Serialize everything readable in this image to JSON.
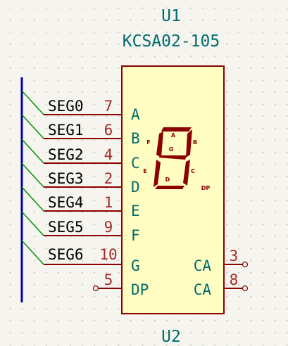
{
  "symbol": {
    "reference": "U1",
    "value": "KCSA02-105",
    "unit_label": "U2"
  },
  "left_pins": [
    {
      "name": "A",
      "number": "7",
      "net": "SEG0"
    },
    {
      "name": "B",
      "number": "6",
      "net": "SEG1"
    },
    {
      "name": "C",
      "number": "4",
      "net": "SEG2"
    },
    {
      "name": "D",
      "number": "2",
      "net": "SEG3"
    },
    {
      "name": "E",
      "number": "1",
      "net": "SEG4"
    },
    {
      "name": "F",
      "number": "9",
      "net": "SEG5"
    },
    {
      "name": "G",
      "number": "10",
      "net": "SEG6"
    },
    {
      "name": "DP",
      "number": "5",
      "net": ""
    }
  ],
  "right_pins": [
    {
      "name": "CA",
      "number": "3"
    },
    {
      "name": "CA",
      "number": "8"
    }
  ],
  "display_segments": {
    "a": "A",
    "b": "B",
    "c": "C",
    "d": "D",
    "e": "E",
    "f": "F",
    "g": "G",
    "dp": "DP"
  },
  "colors": {
    "body_fill": "#fffdc2",
    "body_stroke": "#8b0000",
    "pin_line": "#8b0000",
    "text_teal": "#006b6b",
    "wire": "#009400",
    "bus": "#0000a8",
    "background": "#f5f4ef"
  }
}
